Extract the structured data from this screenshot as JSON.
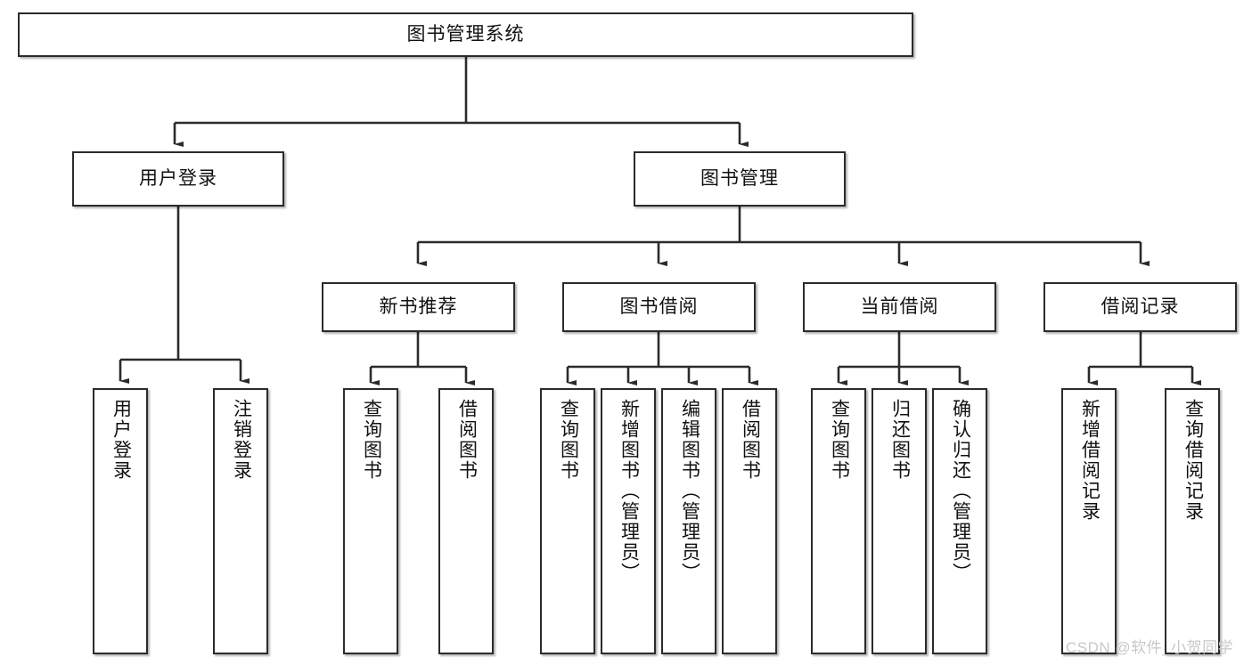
{
  "diagram": {
    "title": "图书管理系统",
    "type": "tree-hierarchy",
    "watermark": "CSDN @软件_小贺同学",
    "colors": {
      "box_border": "#2b2b2b",
      "box_fill": "#ffffff",
      "connector": "#2b2b2b",
      "watermark": "#c8c8c8"
    },
    "root": {
      "label": "图书管理系统"
    },
    "level1": [
      {
        "label": "用户登录"
      },
      {
        "label": "图书管理"
      }
    ],
    "level2": [
      {
        "label": "新书推荐"
      },
      {
        "label": "图书借阅"
      },
      {
        "label": "当前借阅"
      },
      {
        "label": "借阅记录"
      }
    ],
    "leaves": {
      "user_login": [
        {
          "label": "用户登录"
        },
        {
          "label": "注销登录"
        }
      ],
      "new_book_recommend": [
        {
          "label": "查询图书"
        },
        {
          "label": "借阅图书"
        }
      ],
      "book_borrow": [
        {
          "label": "查询图书"
        },
        {
          "label": "新增图书（管理员）"
        },
        {
          "label": "编辑图书（管理员）"
        },
        {
          "label": "借阅图书"
        }
      ],
      "current_borrow": [
        {
          "label": "查询图书"
        },
        {
          "label": "归还图书"
        },
        {
          "label": "确认归还（管理员）"
        }
      ],
      "borrow_record": [
        {
          "label": "新增借阅记录"
        },
        {
          "label": "查询借阅记录"
        }
      ]
    }
  }
}
